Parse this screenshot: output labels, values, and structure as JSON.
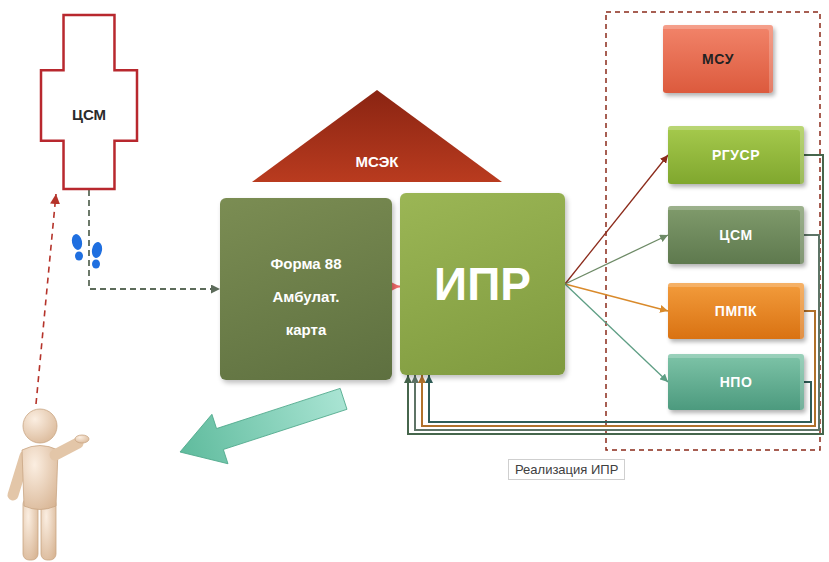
{
  "diagram": {
    "nodes": [
      {
        "text": [
          "ЦСМ"
        ]
      },
      {
        "text": [
          "МСЭК"
        ]
      },
      {
        "text": [
          "Форма 88",
          "Амбулат. карта"
        ]
      },
      {
        "text": [
          "ИПР"
        ]
      },
      {
        "text": [
          "МСУ"
        ]
      },
      {
        "text": [
          "РГУСР"
        ]
      },
      {
        "text": [
          "ЦСМ"
        ]
      },
      {
        "text": [
          "ПМПК"
        ]
      },
      {
        "text": [
          "НПО"
        ]
      }
    ],
    "edges": [
      {
        "from": 0,
        "to": 2,
        "arrow": "to"
      },
      {
        "from": 2,
        "to": 3,
        "arrow": "to"
      },
      {
        "from": 3,
        "to": 5,
        "arrow": "to"
      },
      {
        "from": 3,
        "to": 6,
        "arrow": "to"
      },
      {
        "from": 3,
        "to": 7,
        "arrow": "to"
      },
      {
        "from": 3,
        "to": 8,
        "arrow": "to"
      },
      {
        "from": 5,
        "to": 3,
        "arrow": "to"
      },
      {
        "from": 6,
        "to": 3,
        "arrow": "to"
      },
      {
        "from": 7,
        "to": 3,
        "arrow": "to"
      },
      {
        "from": 8,
        "to": 3,
        "arrow": "to"
      }
    ],
    "labels": [
      "Реализация ИПР"
    ]
  }
}
